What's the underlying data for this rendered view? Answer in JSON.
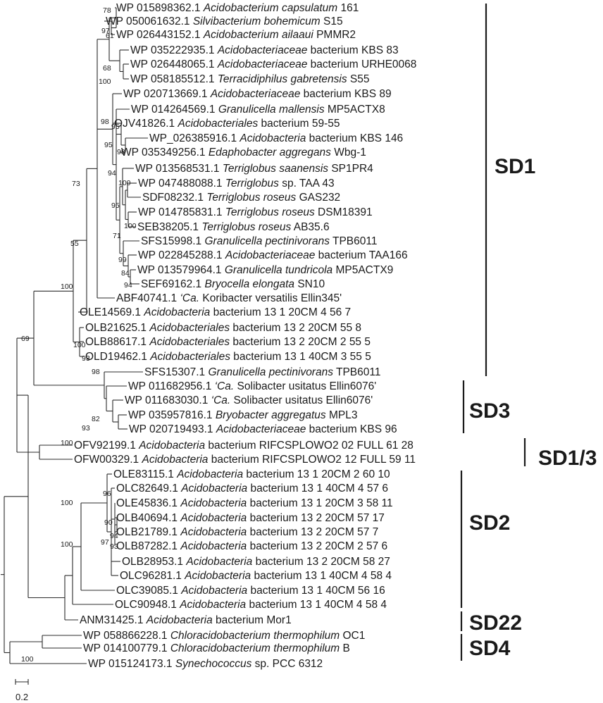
{
  "tree": {
    "leaves": [
      {
        "acc": "WP 015898362.1",
        "sp": "Acidobacterium capsulatum",
        "st": "161"
      },
      {
        "acc": "WP 050061632.1",
        "sp": "Silvibacterium bohemicum",
        "st": "S15"
      },
      {
        "acc": "WP 026443152.1",
        "sp": "Acidobacterium ailaaui",
        "st": "PMMR2"
      },
      {
        "acc": "WP 035222935.1",
        "sp": "Acidobacteriaceae",
        "st": "bacterium KBS 83"
      },
      {
        "acc": "WP 026448065.1",
        "sp": "Acidobacteriaceae",
        "st": "bacterium URHE0068"
      },
      {
        "acc": "WP 058185512.1",
        "sp": "Terracidiphilus gabretensis",
        "st": "S55"
      },
      {
        "acc": "WP 020713669.1",
        "sp": "Acidobacteriaceae",
        "st": "bacterium KBS 89"
      },
      {
        "acc": "WP 014264569.1",
        "sp": "Granulicella mallensis",
        "st": "MP5ACTX8"
      },
      {
        "acc": "OJV41826.1",
        "sp": "Acidobacteriales",
        "st": "bacterium 59-55"
      },
      {
        "acc": "WP_026385916.1",
        "sp": "Acidobacteria",
        "st": "bacterium KBS 146"
      },
      {
        "acc": "WP 035349256.1",
        "sp": "Edaphobacter aggregans",
        "st": "Wbg-1"
      },
      {
        "acc": "WP 013568531.1",
        "sp": "Terriglobus saanensis",
        "st": "SP1PR4"
      },
      {
        "acc": "WP 047488088.1",
        "sp": "Terriglobus",
        "st": "sp. TAA 43"
      },
      {
        "acc": "SDF08232.1",
        "sp": "Terriglobus roseus",
        "st": "GAS232"
      },
      {
        "acc": "WP 014785831.1",
        "sp": "Terriglobus roseus",
        "st": "DSM18391"
      },
      {
        "acc": "SEB38205.1",
        "sp": "Terriglobus roseus",
        "st": "AB35.6"
      },
      {
        "acc": "SFS15998.1",
        "sp": "Granulicella pectinivorans",
        "st": "TPB6011"
      },
      {
        "acc": "WP 022845288.1",
        "sp": "Acidobacteriaceae",
        "st": "bacterium TAA166"
      },
      {
        "acc": "WP 013579964.1",
        "sp": "Granulicella tundricola",
        "st": "MP5ACTX9"
      },
      {
        "acc": "SEF69162.1",
        "sp": "Bryocella elongata",
        "st": "SN10"
      },
      {
        "acc": "ABF40741.1",
        "sp": "‘Ca.",
        "st": "Koribacter versatilis Ellin345'"
      },
      {
        "acc": "OLE14569.1",
        "sp": "Acidobacteria",
        "st": "bacterium 13 1 20CM 4 56 7"
      },
      {
        "acc": "OLB21625.1",
        "sp": "Acidobacteriales",
        "st": "bacterium 13 2 20CM 55 8"
      },
      {
        "acc": "OLB88617.1",
        "sp": "Acidobacteriales",
        "st": "bacterium 13 2 20CM 2 55 5"
      },
      {
        "acc": "OLD19462.1",
        "sp": "Acidobacteriales",
        "st": "bacterium 13 1 40CM 3 55 5"
      },
      {
        "acc": "SFS15307.1",
        "sp": "Granulicella pectinivorans",
        "st": "TPB6011"
      },
      {
        "acc": "WP 011682956.1",
        "sp": "‘Ca.",
        "st": "Solibacter usitatus Ellin6076'"
      },
      {
        "acc": "WP 011683030.1",
        "sp": "‘Ca.",
        "st": "Solibacter usitatus Ellin6076'"
      },
      {
        "acc": "WP 035957816.1",
        "sp": "Bryobacter aggregatus",
        "st": "MPL3"
      },
      {
        "acc": "WP 020719493.1",
        "sp": "Acidobacteriaceae",
        "st": "bacterium KBS 96"
      },
      {
        "acc": "OFV92199.1",
        "sp": "Acidobacteria",
        "st": "bacterium RIFCSPLOWO2 02 FULL 61 28"
      },
      {
        "acc": "OFW00329.1",
        "sp": "Acidobacteria",
        "st": "bacterium RIFCSPLOWO2 12 FULL 59 11"
      },
      {
        "acc": "OLE83115.1",
        "sp": "Acidobacteria",
        "st": "bacterium 13 1 20CM 2 60 10"
      },
      {
        "acc": "OLC82649.1",
        "sp": "Acidobacteria",
        "st": "bacterium 13 1 40CM 4 57 6"
      },
      {
        "acc": "OLE45836.1",
        "sp": "Acidobacteria",
        "st": "bacterium 13 1 20CM 3 58 11"
      },
      {
        "acc": "OLB40694.1",
        "sp": "Acidobacteria",
        "st": "bacterium 13 2 20CM 57 17"
      },
      {
        "acc": "OLB21789.1",
        "sp": "Acidobacteria",
        "st": "bacterium 13 2 20CM 57 7"
      },
      {
        "acc": "OLB87282.1",
        "sp": "Acidobacteria",
        "st": "bacterium 13 2 20CM 2 57 6"
      },
      {
        "acc": "OLB28953.1",
        "sp": "Acidobacteria",
        "st": "bacterium 13 2 20CM 58 27"
      },
      {
        "acc": "OLC96281.1",
        "sp": "Acidobacteria",
        "st": "bacterium 13 1 40CM 4 58 4"
      },
      {
        "acc": "OLC39085.1",
        "sp": "Acidobacteria",
        "st": "bacterium 13 1 40CM 56 16"
      },
      {
        "acc": "OLC90948.1",
        "sp": "Acidobacteria",
        "st": "bacterium 13 1 40CM 4 58 4"
      },
      {
        "acc": "ANM31425.1",
        "sp": "Acidobacteria",
        "st": "bacterium Mor1"
      },
      {
        "acc": "WP 058866228.1",
        "sp": "Chloracidobacterium thermophilum",
        "st": "OC1"
      },
      {
        "acc": "WP 014100779.1",
        "sp": "Chloracidobacterium thermophilum",
        "st": "B"
      },
      {
        "acc": "WP 015124173.1",
        "sp": "Synechococcus",
        "st": "sp. PCC 6312"
      }
    ],
    "bootstrap": [
      "78",
      "97",
      "61",
      "68",
      "100",
      "98",
      "95",
      "95",
      "98",
      "94",
      "100",
      "95",
      "100",
      "71",
      "99",
      "84",
      "94",
      "73",
      "55",
      "100",
      "100",
      "93",
      "69",
      "98",
      "82",
      "93",
      "100",
      "100",
      "96",
      "90",
      "97",
      "94",
      "93",
      "100",
      "100"
    ],
    "groups": [
      {
        "label": "SD1"
      },
      {
        "label": "SD3"
      },
      {
        "label": "SD1/3"
      },
      {
        "label": "SD2"
      },
      {
        "label": "SD22"
      },
      {
        "label": "SD4"
      }
    ],
    "scale_label": "0.2"
  }
}
